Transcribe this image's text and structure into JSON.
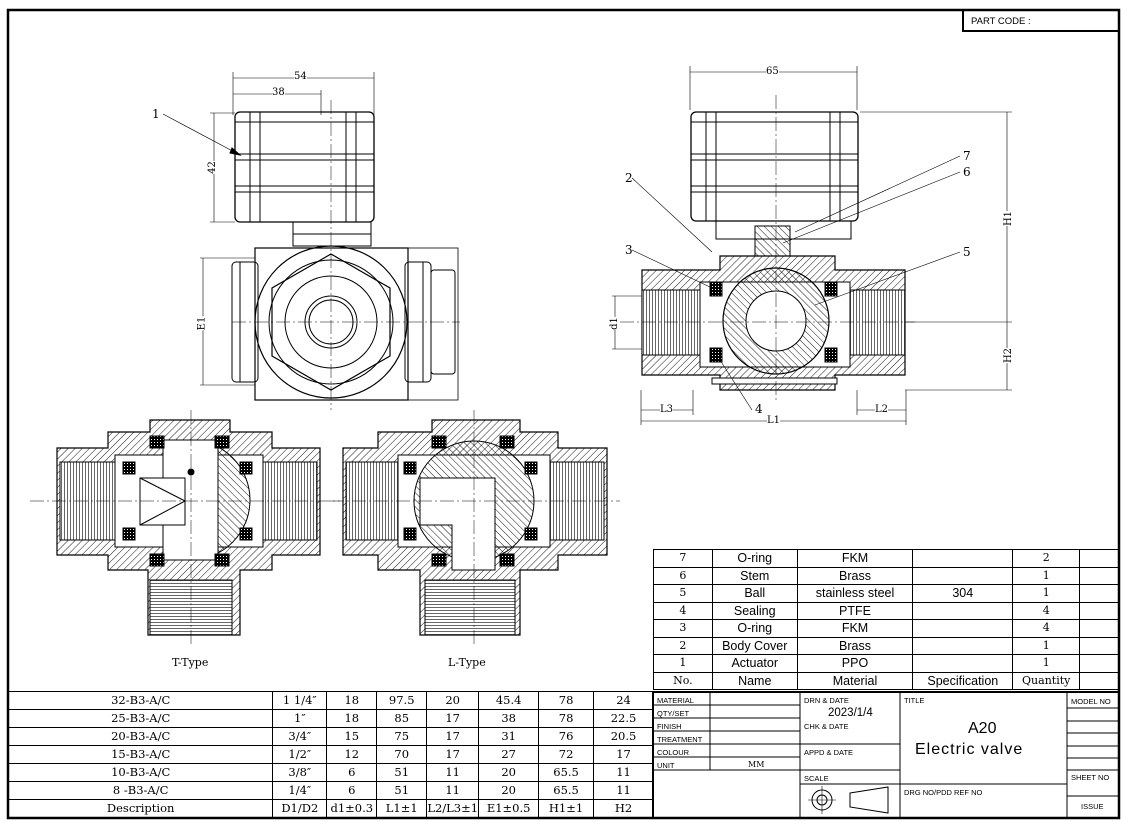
{
  "part_code_label": "PART CODE :",
  "views": {
    "t_type_label": "T-Type",
    "l_type_label": "L-Type"
  },
  "dimensions": {
    "width_54": "54",
    "width_38": "38",
    "height_42": "42",
    "e1": "E1",
    "width_65": "65",
    "h1": "H1",
    "h2": "H2",
    "d1": "d1",
    "l1": "L1",
    "l2": "L2",
    "l3": "L3"
  },
  "callouts": [
    "1",
    "2",
    "3",
    "4",
    "5",
    "6",
    "7"
  ],
  "dimension_table": {
    "rows": [
      [
        "32-B3-A/C",
        "1 1/4″",
        "18",
        "97.5",
        "20",
        "45.4",
        "78",
        "24"
      ],
      [
        "25-B3-A/C",
        "1″",
        "18",
        "85",
        "17",
        "38",
        "78",
        "22.5"
      ],
      [
        "20-B3-A/C",
        "3/4″",
        "15",
        "75",
        "17",
        "31",
        "76",
        "20.5"
      ],
      [
        "15-B3-A/C",
        "1/2″",
        "12",
        "70",
        "17",
        "27",
        "72",
        "17"
      ],
      [
        "10-B3-A/C",
        "3/8″",
        "6",
        "51",
        "11",
        "20",
        "65.5",
        "11"
      ],
      [
        "8 -B3-A/C",
        "1/4″",
        "6",
        "51",
        "11",
        "20",
        "65.5",
        "11"
      ]
    ],
    "header": [
      "Description",
      "D1/D2",
      "d1±0.3",
      "L1±1",
      "L2/L3±1",
      "E1±0.5",
      "H1±1",
      "H2"
    ]
  },
  "bom": {
    "rows": [
      [
        "7",
        "O-ring",
        "FKM",
        "",
        "2",
        ""
      ],
      [
        "6",
        "Stem",
        "Brass",
        "",
        "1",
        ""
      ],
      [
        "5",
        "Ball",
        "stainless steel",
        "304",
        "1",
        ""
      ],
      [
        "4",
        "Sealing",
        "PTFE",
        "",
        "4",
        ""
      ],
      [
        "3",
        "O-ring",
        "FKM",
        "",
        "4",
        ""
      ],
      [
        "2",
        "Body Cover",
        "Brass",
        "",
        "1",
        ""
      ],
      [
        "1",
        "Actuator",
        "PPO",
        "",
        "1",
        ""
      ]
    ],
    "header": [
      "No.",
      "Name",
      "Material",
      "Specification",
      "Quantity",
      ""
    ]
  },
  "title_block": {
    "material": "MATERIAL",
    "qty_set": "QTY/SET",
    "finish": "FINISH",
    "treatment": "TREATMENT",
    "colour": "COLOUR",
    "unit": "UNIT",
    "unit_value": "MM",
    "drn_date": "DRN & DATE",
    "date_value": "2023/1/4",
    "chk_date": "CHK & DATE",
    "appd_date": "APPD & DATE",
    "scale": "SCALE",
    "title": "TITLE",
    "title_code": "A20",
    "title_name": "Electric valve",
    "drg_no": "DRG NO/PDD REF NO",
    "model_no": "MODEL NO",
    "sheet_no": "SHEET NO",
    "issue": "ISSUE"
  },
  "colors": {
    "line": "#000000",
    "hatch": "#000000",
    "paper": "#ffffff"
  }
}
